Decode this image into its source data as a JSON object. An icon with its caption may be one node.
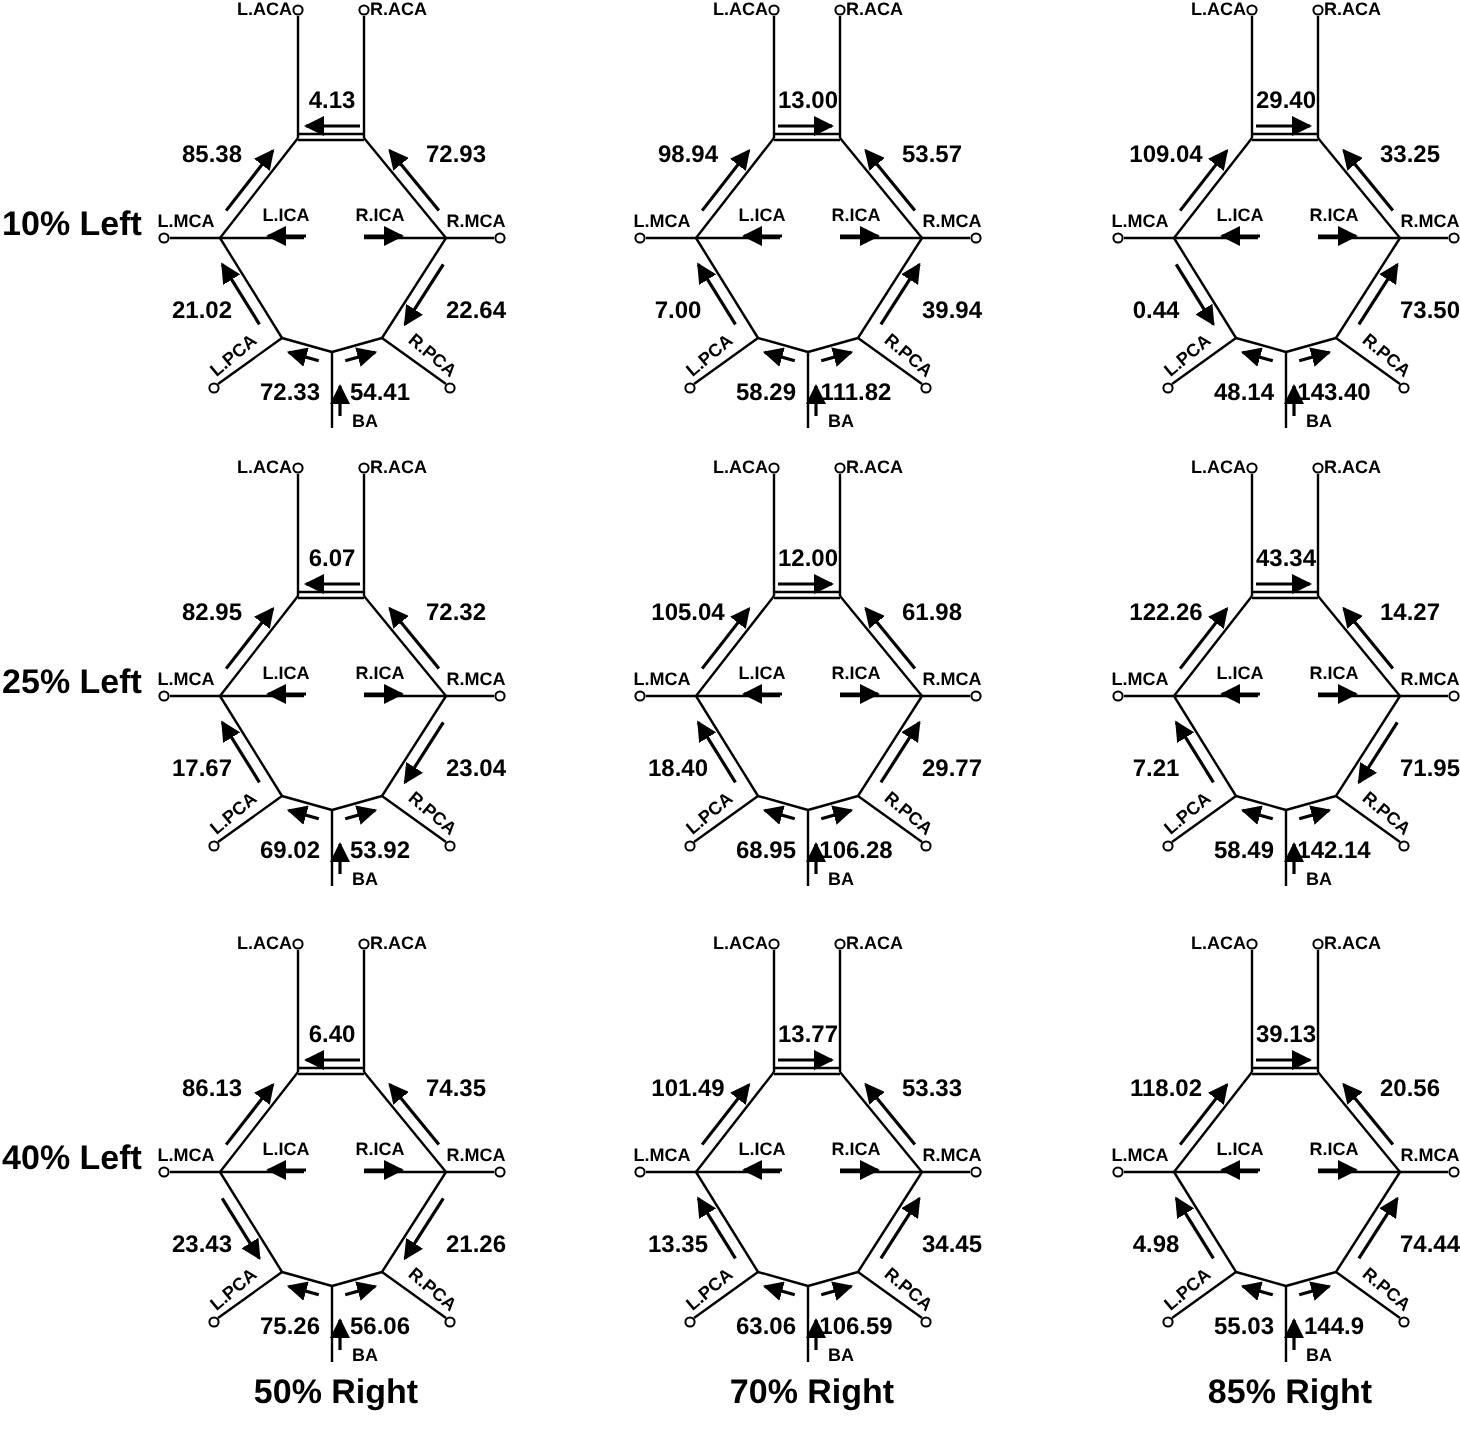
{
  "diagram": {
    "labels": [
      "10% Left",
      "L.ACA",
      "R.ACA",
      "4.13",
      "85.38",
      "72.93",
      "L.MCA",
      "L.ICA",
      "R.ICA",
      "R.MCA",
      "21.02",
      "22.64",
      "L.PCA",
      "R.PCA",
      "72.33",
      "54.41",
      "BA",
      "L.ACA",
      "R.ACA",
      "13.00",
      "98.94",
      "53.57",
      "L.MCA",
      "L.ICA",
      "R.ICA",
      "R.MCA",
      "7.00",
      "39.94",
      "L.PCA",
      "R.PCA",
      "58.29",
      "111.82",
      "BA",
      "L.ACA",
      "R.ACA",
      "29.40",
      "109.04",
      "33.25",
      "L.MCA",
      "L.ICA",
      "R.ICA",
      "R.MCA",
      "0.44",
      "73.50",
      "L.PCA",
      "R.PCA",
      "48.14",
      "143.40",
      "BA",
      "25% Left",
      "L.ACA",
      "R.ACA",
      "6.07",
      "82.95",
      "72.32",
      "L.MCA",
      "L.ICA",
      "R.ICA",
      "R.MCA",
      "17.67",
      "23.04",
      "L.PCA",
      "R.PCA",
      "69.02",
      "53.92",
      "BA",
      "L.ACA",
      "R.ACA",
      "12.00",
      "105.04",
      "61.98",
      "L.MCA",
      "L.ICA",
      "R.ICA",
      "R.MCA",
      "18.40",
      "29.77",
      "L.PCA",
      "R.PCA",
      "68.95",
      "106.28",
      "BA",
      "L.ACA",
      "R.ACA",
      "43.34",
      "122.26",
      "14.27",
      "L.MCA",
      "L.ICA",
      "R.ICA",
      "R.MCA",
      "7.21",
      "71.95",
      "L.PCA",
      "R.PCA",
      "58.49",
      "142.14",
      "BA",
      "40% Left",
      "L.ACA",
      "R.ACA",
      "6.40",
      "86.13",
      "74.35",
      "L.MCA",
      "L.ICA",
      "R.ICA",
      "R.MCA",
      "23.43",
      "21.26",
      "L.PCA",
      "R.PCA",
      "75.26",
      "56.06",
      "BA",
      "L.ACA",
      "R.ACA",
      "13.77",
      "101.49",
      "53.33",
      "L.MCA",
      "L.ICA",
      "R.ICA",
      "R.MCA",
      "13.35",
      "34.45",
      "L.PCA",
      "R.PCA",
      "63.06",
      "106.59",
      "BA",
      "L.ACA",
      "R.ACA",
      "39.13",
      "118.02",
      "20.56",
      "L.MCA",
      "L.ICA",
      "R.ICA",
      "R.MCA",
      "4.98",
      "74.44",
      "L.PCA",
      "R.PCA",
      "55.03",
      "144.9",
      "BA",
      "50% Right",
      "70% Right",
      "85% Right"
    ]
  }
}
